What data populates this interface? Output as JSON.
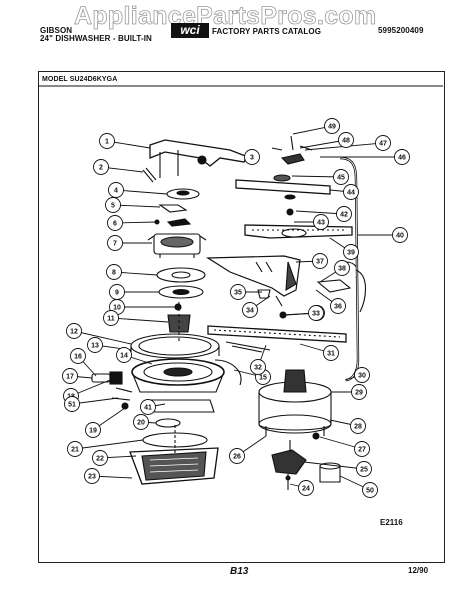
{
  "header": {
    "brand": "GIBSON",
    "product_line": "24\" DISHWASHER - BUILT-IN",
    "logo": "wci",
    "catalog": "FACTORY PARTS CATALOG",
    "catalog_number": "5995200409"
  },
  "watermark": "AppliancePartsPros.com",
  "model": "MODEL SU24D6KYGA",
  "callouts": [
    "1",
    "2",
    "3",
    "4",
    "5",
    "6",
    "7",
    "8",
    "9",
    "10",
    "11",
    "12",
    "13",
    "14",
    "15",
    "16",
    "17",
    "18",
    "19",
    "20",
    "21",
    "22",
    "23",
    "24",
    "25",
    "26",
    "27",
    "28",
    "29",
    "30",
    "31",
    "32",
    "33",
    "34",
    "35",
    "36",
    "37",
    "38",
    "39",
    "40",
    "41",
    "42",
    "43",
    "44",
    "45",
    "46",
    "47",
    "48",
    "49",
    "50",
    "51",
    "33"
  ],
  "footer": {
    "drawing_code": "E2116",
    "page_code": "B13",
    "date": "12/90"
  },
  "icons": [
    "dishwasher-parts-exploded-diagram"
  ]
}
